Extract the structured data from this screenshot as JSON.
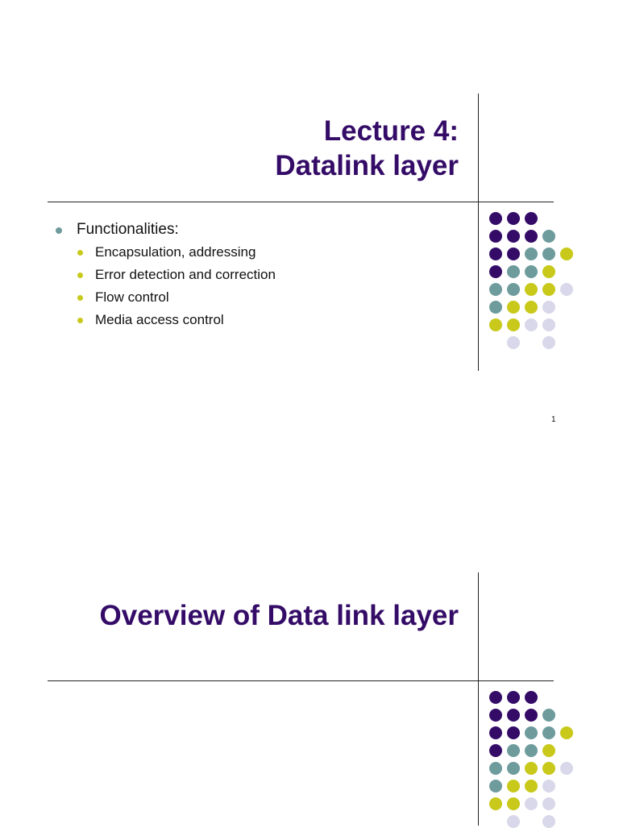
{
  "colors": {
    "title": "#340c67",
    "purple": "#340c67",
    "teal": "#6e9b9c",
    "yellow": "#c8c91a",
    "lavender": "#d8d8ea"
  },
  "slides": [
    {
      "title_lines": [
        "Lecture 4:",
        "Datalink layer"
      ],
      "bullets": [
        {
          "text": "Functionalities:",
          "children": [
            "Encapsulation, addressing",
            "Error detection and correction",
            "Flow control",
            "Media access control"
          ]
        }
      ],
      "page_number": "1"
    },
    {
      "title_lines": [
        "Overview of Data link layer"
      ]
    }
  ],
  "dot_pattern": [
    [
      "purple",
      "purple",
      "purple",
      "",
      ""
    ],
    [
      "purple",
      "purple",
      "purple",
      "teal",
      ""
    ],
    [
      "purple",
      "purple",
      "teal",
      "teal",
      "yellow"
    ],
    [
      "purple",
      "teal",
      "teal",
      "yellow",
      ""
    ],
    [
      "teal",
      "teal",
      "yellow",
      "yellow",
      "lavender"
    ],
    [
      "teal",
      "yellow",
      "yellow",
      "lavender",
      ""
    ],
    [
      "yellow",
      "yellow",
      "lavender",
      "lavender",
      ""
    ],
    [
      "",
      "lavender",
      "",
      "lavender",
      ""
    ]
  ]
}
